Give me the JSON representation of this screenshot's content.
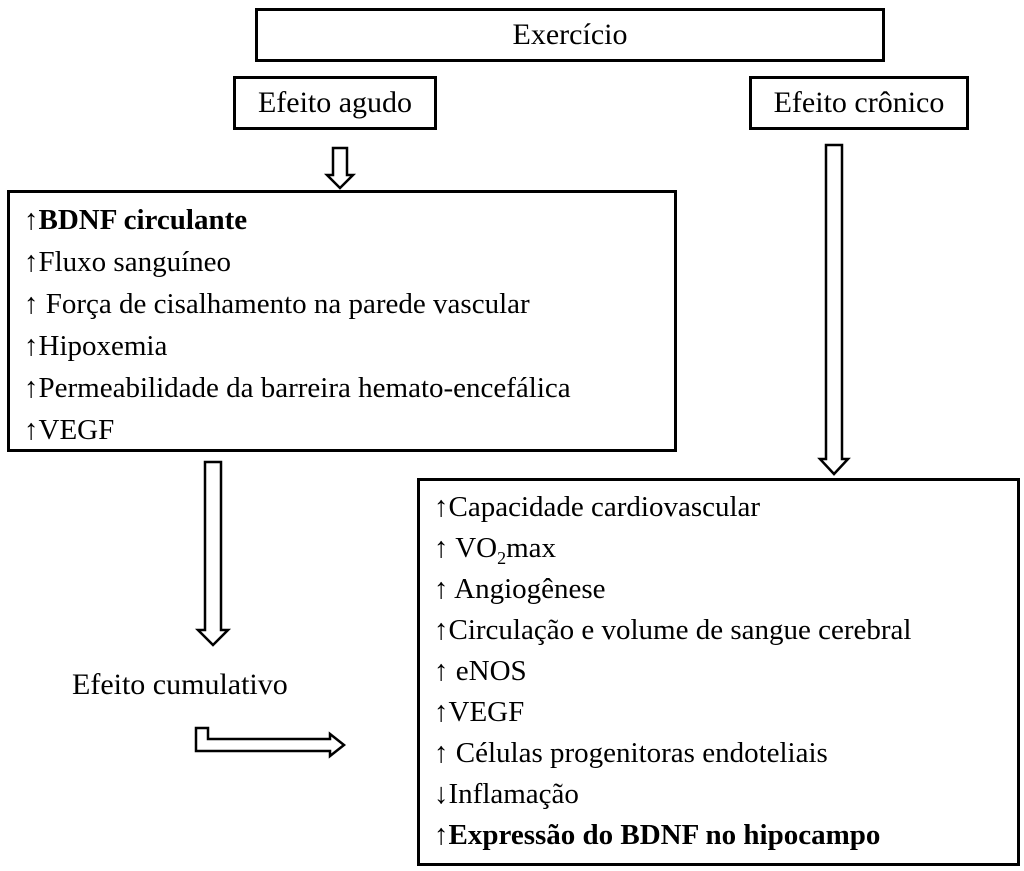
{
  "boxes": {
    "exercicio": "Exercício",
    "efeito_agudo": "Efeito agudo",
    "efeito_cronico": "Efeito crônico"
  },
  "acute_effects": [
    {
      "arrow": "↑",
      "text": "BDNF circulante",
      "bold": true
    },
    {
      "arrow": "↑",
      "text": "Fluxo sanguíneo"
    },
    {
      "arrow": "↑",
      "text": " Força de cisalhamento na parede vascular"
    },
    {
      "arrow": "↑",
      "text": "Hipoxemia"
    },
    {
      "arrow": "↑",
      "text": "Permeabilidade da barreira hemato-encefálica"
    },
    {
      "arrow": "↑",
      "text": "VEGF"
    }
  ],
  "cumulative_label": "Efeito cumulativo",
  "chronic_effects": [
    {
      "arrow": "↑",
      "text": "Capacidade cardiovascular"
    },
    {
      "arrow": "↑",
      "text": " VO",
      "sub": "2",
      "text_after": "max"
    },
    {
      "arrow": "↑",
      "text": " Angiogênese"
    },
    {
      "arrow": "↑",
      "text": "Circulação e volume de sangue cerebral"
    },
    {
      "arrow": "↑",
      "text": " eNOS"
    },
    {
      "arrow": "↑",
      "text": "VEGF"
    },
    {
      "arrow": "↑",
      "text": " Células progenitoras endoteliais"
    },
    {
      "arrow": "↓",
      "text": "Inflamação"
    },
    {
      "arrow": "↑",
      "text": "Expressão do BDNF no hipocampo",
      "bold": true
    }
  ],
  "connectors": [
    {
      "name": "arrow-agudo-to-list",
      "style": "double-down-arrow"
    },
    {
      "name": "arrow-cronico-to-list",
      "style": "double-down-arrow"
    },
    {
      "name": "arrow-list-to-cumulativo",
      "style": "double-down-arrow"
    },
    {
      "name": "arrow-cumulativo-to-chronic",
      "style": "double-bent-right-arrow"
    }
  ]
}
